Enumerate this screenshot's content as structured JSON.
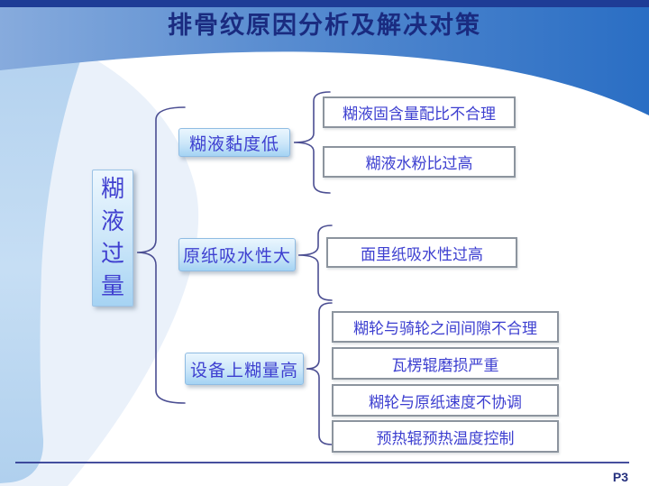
{
  "slide": {
    "title": "排骨纹原因分析及解决对策",
    "page_number": "P3"
  },
  "colors": {
    "top_bar": "#1e3c96",
    "header_left": "#87abdd",
    "header_right": "#2a6ec4",
    "left_band": "#bbd6f0",
    "title_text": "#1a2b80",
    "box_text": "#3d3fd0",
    "brace": "#4b4e92",
    "node_fill_top": "#eaf6fe",
    "node_fill_bottom": "#a4d3f3",
    "leaf_border": "#8c949e",
    "footer_line": "#2b3690"
  },
  "tree": {
    "root": "糊液过量",
    "groups": [
      {
        "node": "糊液黏度低",
        "leaves": [
          "糊液固含量配比不合理",
          "糊液水粉比过高"
        ]
      },
      {
        "node": "原纸吸水性大",
        "leaves": [
          "面里纸吸水性过高"
        ]
      },
      {
        "node": "设备上糊量高",
        "leaves": [
          "糊轮与骑轮之间间隙不合理",
          "瓦楞辊磨损严重",
          "糊轮与原纸速度不协调",
          "预热辊预热温度控制"
        ]
      }
    ]
  }
}
